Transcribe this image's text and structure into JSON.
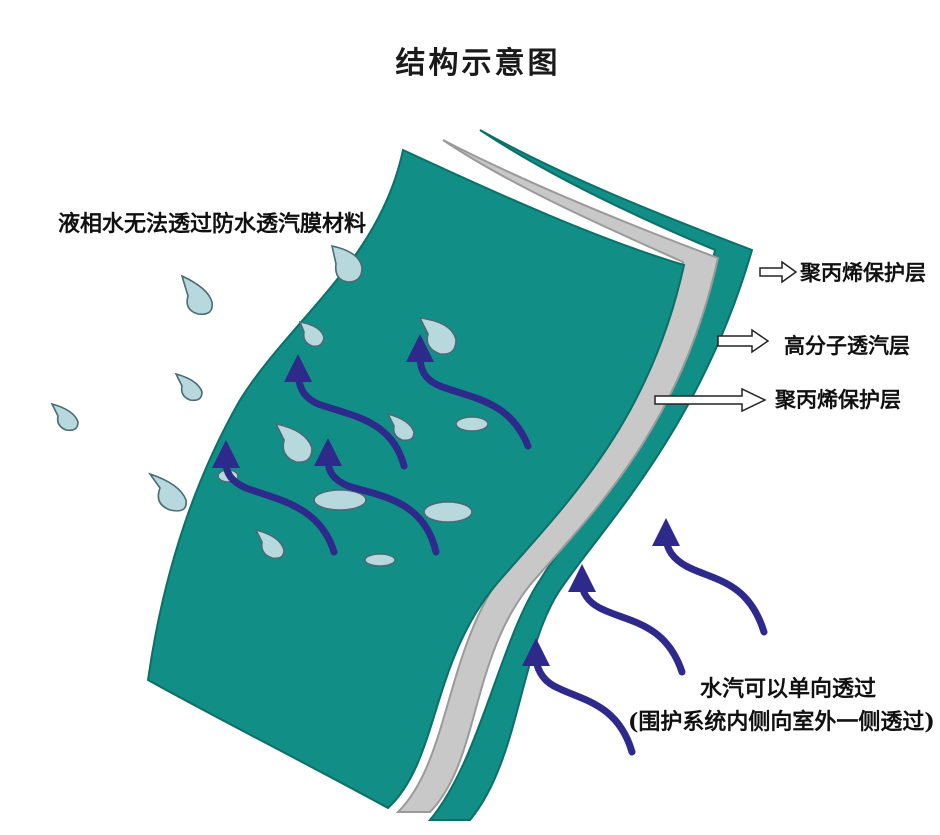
{
  "title": "结构示意图",
  "labels": {
    "liquid_water": "液相水无法透过防水透汽膜材料",
    "pp_layer_outer": "聚丙烯保护层",
    "polymer_layer": "高分子透汽层",
    "pp_layer_inner": "聚丙烯保护层",
    "vapor_line1": "水汽可以单向透过",
    "vapor_line2": "(围护系统内侧向室外一侧透过)"
  },
  "colors": {
    "membrane": "#118f86",
    "membrane_edge": "#0c6f68",
    "polymer": "#c8c8c8",
    "arrow": "#2e2a8c",
    "droplet": "#b7d9de",
    "droplet_edge": "#4a6a74"
  },
  "icons": {
    "droplet": "water-droplet-icon",
    "flow_arrow": "vapor-flow-arrow-icon",
    "pointer_arrow": "outline-pointer-arrow-icon"
  }
}
